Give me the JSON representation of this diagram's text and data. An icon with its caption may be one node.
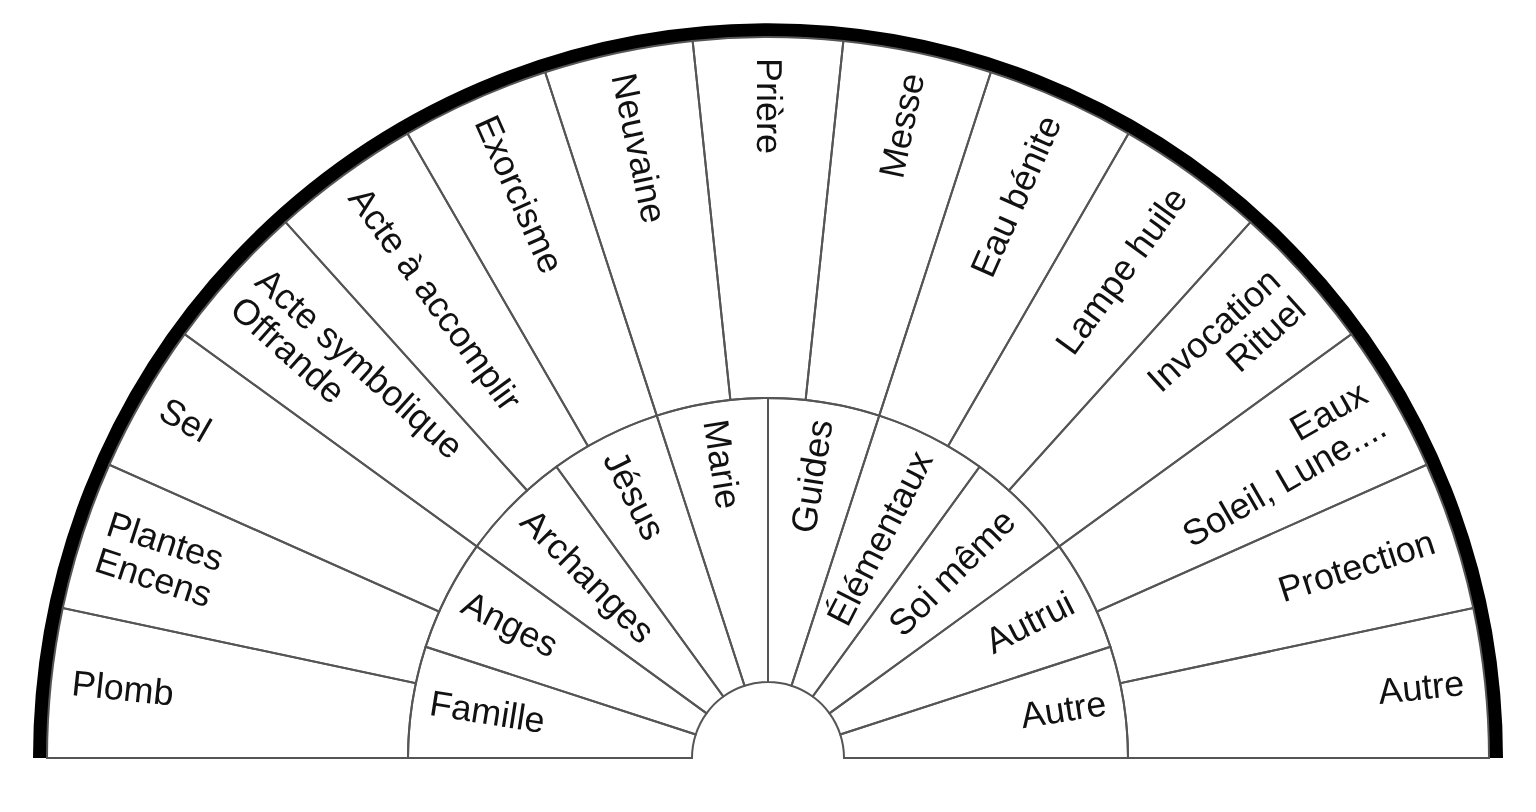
{
  "diagram": {
    "nodes": [
      {
        "text": [
          "Plomb"
        ]
      },
      {
        "text": [
          "Plantes",
          "Encens"
        ]
      },
      {
        "text": [
          "Sel"
        ]
      },
      {
        "text": [
          "Acte symbolique",
          "Offrande"
        ]
      },
      {
        "text": [
          "Acte à accomplir"
        ]
      },
      {
        "text": [
          "Exorcisme"
        ]
      },
      {
        "text": [
          "Neuvaine"
        ]
      },
      {
        "text": [
          "Prière"
        ]
      },
      {
        "text": [
          "Messe"
        ]
      },
      {
        "text": [
          "Eau bénite"
        ]
      },
      {
        "text": [
          "Lampe huile"
        ]
      },
      {
        "text": [
          "Invocation",
          "Rituel"
        ]
      },
      {
        "text": [
          "Eaux",
          "Soleil, Lune...."
        ]
      },
      {
        "text": [
          "Protection"
        ]
      },
      {
        "text": [
          "Autre"
        ]
      },
      {
        "text": [
          "Famille"
        ]
      },
      {
        "text": [
          "Anges"
        ]
      },
      {
        "text": [
          "Archanges"
        ]
      },
      {
        "text": [
          "Jésus"
        ]
      },
      {
        "text": [
          "Marie"
        ]
      },
      {
        "text": [
          "Guides"
        ]
      },
      {
        "text": [
          "Élémentaux"
        ]
      },
      {
        "text": [
          "Soi même"
        ]
      },
      {
        "text": [
          "Autrui"
        ]
      },
      {
        "text": [
          "Autre"
        ]
      }
    ]
  }
}
